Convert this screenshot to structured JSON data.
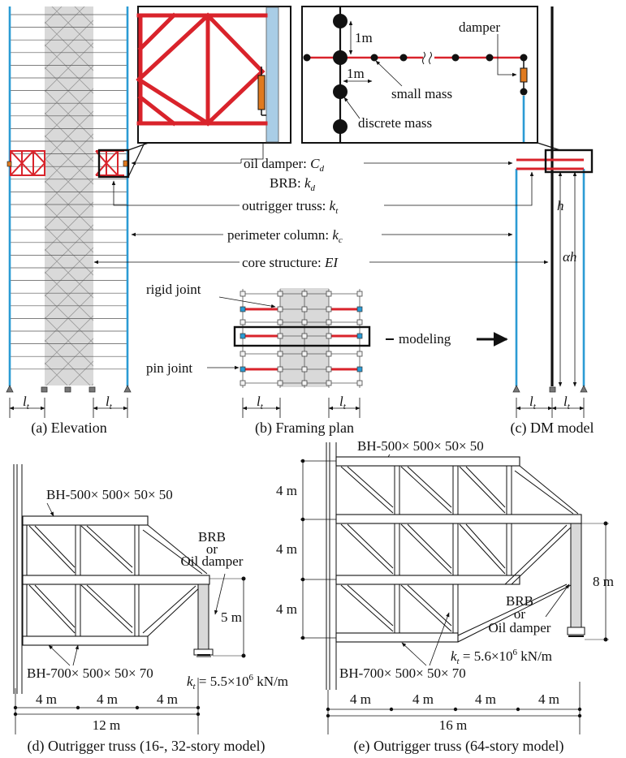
{
  "colors": {
    "column": "#2b9bd4",
    "brace": "#d9232b",
    "core": "#d6d6d6",
    "damper": "#e07a1f",
    "line": "#111111"
  },
  "panel_a": {
    "caption": "(a) Elevation",
    "lt_left": "l",
    "lt_right": "l",
    "lt_sub": "t"
  },
  "panel_b": {
    "caption": "(b) Framing plan",
    "rigid_joint": "rigid joint",
    "pin_joint": "pin joint",
    "modeling": "modeling",
    "lt_left": "l",
    "lt_right": "l",
    "lt_sub": "t"
  },
  "panel_c": {
    "caption": "(c) DM model",
    "h": "h",
    "alpha_h": "αh",
    "lt_left": "l",
    "lt_right": "l",
    "lt_sub": "t"
  },
  "inset_dm": {
    "one_m_v": "1m",
    "one_m_h": "1m",
    "damper": "damper",
    "small_mass": "small mass",
    "discrete_mass": "discrete mass"
  },
  "callouts": {
    "oil_damper_prefix": "oil damper: ",
    "oil_damper_sym": "C",
    "oil_damper_sub": "d",
    "brb_prefix": "BRB: ",
    "brb_sym": "k",
    "brb_sub": "d",
    "outrigger_prefix": "outrigger truss: ",
    "outrigger_sym": "k",
    "outrigger_sub": "t",
    "column_prefix": "perimeter column: ",
    "column_sym": "k",
    "column_sub": "c",
    "core_prefix": "core structure: ",
    "core_sym": "EI"
  },
  "panel_d": {
    "caption": "(d) Outrigger truss (16-, 32-story model)",
    "top_section": "BH-500× 500× 50× 50",
    "bottom_section": "BH-700× 500× 50× 70",
    "device_l1": "BRB",
    "device_l2": "or",
    "device_l3": "Oil damper",
    "height": "5 m",
    "kt_sym": "k",
    "kt_sub": "t",
    "kt_val": " = 5.5×10",
    "kt_exp": "6",
    "kt_unit": " kN/m",
    "bay1": "4 m",
    "bay2": "4 m",
    "bay3": "4 m",
    "total": "12 m"
  },
  "panel_e": {
    "caption": "(e) Outrigger truss (64-story model)",
    "top_section": "BH-500× 500× 50× 50",
    "bottom_section": "BH-700× 500× 50× 70",
    "device_l1": "BRB",
    "device_l2": "or",
    "device_l3": "Oil damper",
    "h1": "4 m",
    "h2": "4 m",
    "h3": "4 m",
    "height": "8 m",
    "kt_sym": "k",
    "kt_sub": "t",
    "kt_val": " = 5.6×10",
    "kt_exp": "6",
    "kt_unit": " kN/m",
    "bay1": "4 m",
    "bay2": "4 m",
    "bay3": "4 m",
    "bay4": "4 m",
    "total": "16 m"
  }
}
